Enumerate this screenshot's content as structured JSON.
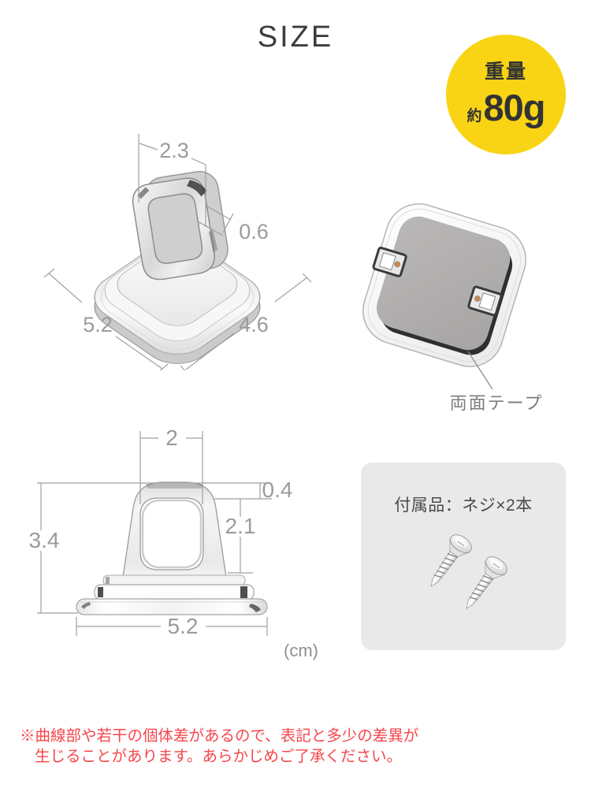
{
  "title": "SIZE",
  "weight_badge": {
    "label": "重量",
    "approx": "約",
    "value": "80g",
    "bg_color": "#F8D414",
    "text_color": "#333333"
  },
  "perspective_view": {
    "dim_ring_width": "2.3",
    "dim_ring_thickness": "0.6",
    "dim_base_depth": "5.2",
    "dim_base_width": "4.6"
  },
  "back_view": {
    "tape_label": "両面テープ",
    "tape_color": "#B0AEAD"
  },
  "front_view": {
    "dim_inner_width": "2",
    "dim_top_thickness": "0.4",
    "dim_inner_height": "2.1",
    "dim_total_height": "3.4",
    "dim_base_width": "5.2",
    "unit": "(cm)"
  },
  "accessories": {
    "label": "付属品：ネジ×2本",
    "bg_color": "#E9E9E9"
  },
  "disclaimer": {
    "line1": "※曲線部や若干の個体差があるので、表記と多少の差異が",
    "line2": "生じることがあります。あらかじめご了承ください。",
    "color": "#F6464C"
  },
  "colors": {
    "dimension_gray": "#9B9B9B",
    "label_gray": "#7D7D7D",
    "title_dark": "#3C3C3C"
  }
}
